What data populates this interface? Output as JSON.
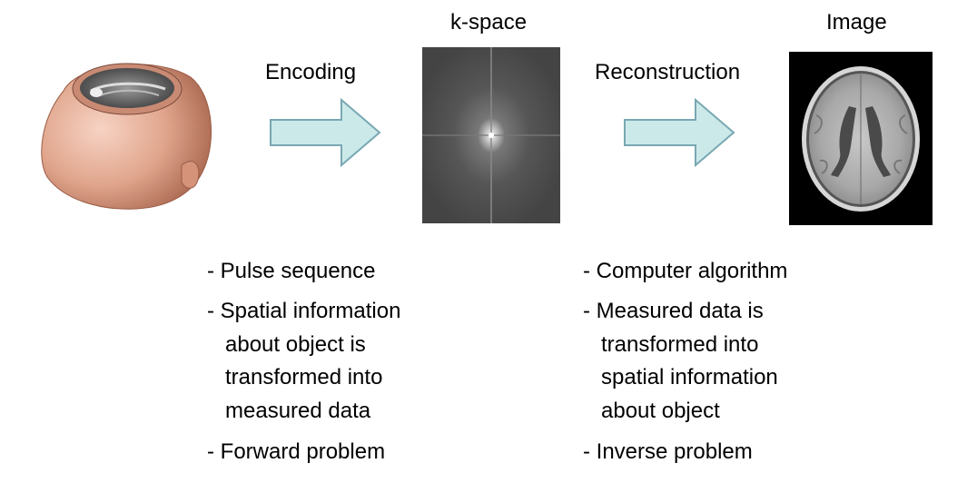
{
  "labels": {
    "encoding": "Encoding",
    "kspace": "k-space",
    "reconstruction": "Reconstruction",
    "image": "Image"
  },
  "left_list": [
    {
      "lines": [
        "- Pulse sequence"
      ]
    },
    {
      "lines": [
        "- Spatial information",
        "about object is",
        "transformed into",
        "measured data"
      ]
    },
    {
      "lines": [
        "- Forward problem"
      ]
    }
  ],
  "right_list": [
    {
      "lines": [
        "- Computer algorithm"
      ]
    },
    {
      "lines": [
        "- Measured data is",
        "transformed into",
        "spatial information",
        "about object"
      ]
    },
    {
      "lines": [
        "- Inverse problem"
      ]
    }
  ],
  "colors": {
    "arrow_fill": "#cce9ea",
    "arrow_stroke": "#78a8b2",
    "skin": "#dea189",
    "kspace_bg": "#4a4a4a",
    "mri_bg": "#000000"
  }
}
